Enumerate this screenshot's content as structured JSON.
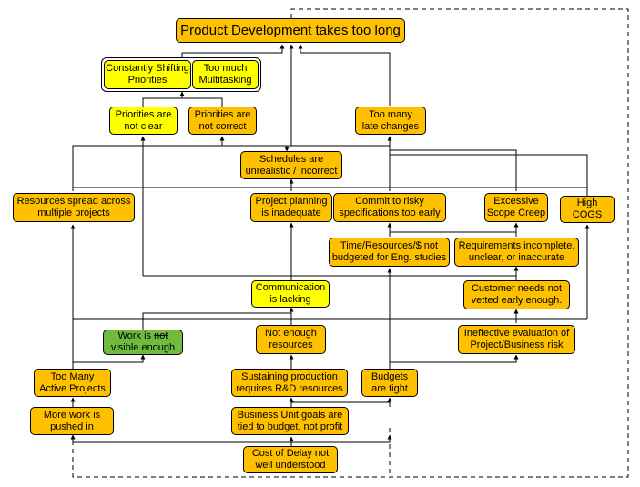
{
  "boxes": {
    "title": "Product Development takes too long",
    "constantly_shifting": "Constantly Shifting\nPriorities",
    "multitasking": "Too much\nMultitasking",
    "priorities_not_clear": "Priorities are\nnot clear",
    "priorities_not_correct": "Priorities are\nnot correct",
    "too_many_late_changes": "Too many\nlate  changes",
    "schedules_unrealistic": "Schedules are\nunrealistic / incorrect",
    "resources_spread": "Resources spread across\nmultiple projects",
    "project_planning": "Project planning\nis inadequate",
    "commit_risky": "Commit to risky\nspecifications too early",
    "excessive_scope": "Excessive\nScope Creep",
    "high_cogs": "High COGS",
    "time_resources": "Time/Resources/$ not\nbudgeted for Eng. studies",
    "requirements_incomplete": "Requirements incomplete,\nunclear, or inaccurate",
    "communication_lacking": "Communication\nis lacking",
    "customer_needs": "Customer needs not\nvetted early enough.",
    "work_visible_a": "Work is ",
    "work_visible_not": "not",
    "work_visible_b": "visible enough",
    "not_enough_resources": "Not enough\nresources",
    "ineffective_eval": "Ineffective evaluation of\nProject/Business risk",
    "too_many_active": "Too Many\nActive Projects",
    "sustaining_production": "Sustaining production\nrequires R&D resources",
    "budgets_tight": "Budgets\nare tight",
    "more_work": "More work is\npushed in",
    "business_unit_goals": "Business Unit goals are\ntied to budget, not profit",
    "cost_of_delay": "Cost of Delay not\nwell understood"
  },
  "colors": {
    "cause_box": "#FFC000",
    "highlight_box": "#FFFF00",
    "positive_box": "#70BA3E",
    "connector": "#000000"
  }
}
